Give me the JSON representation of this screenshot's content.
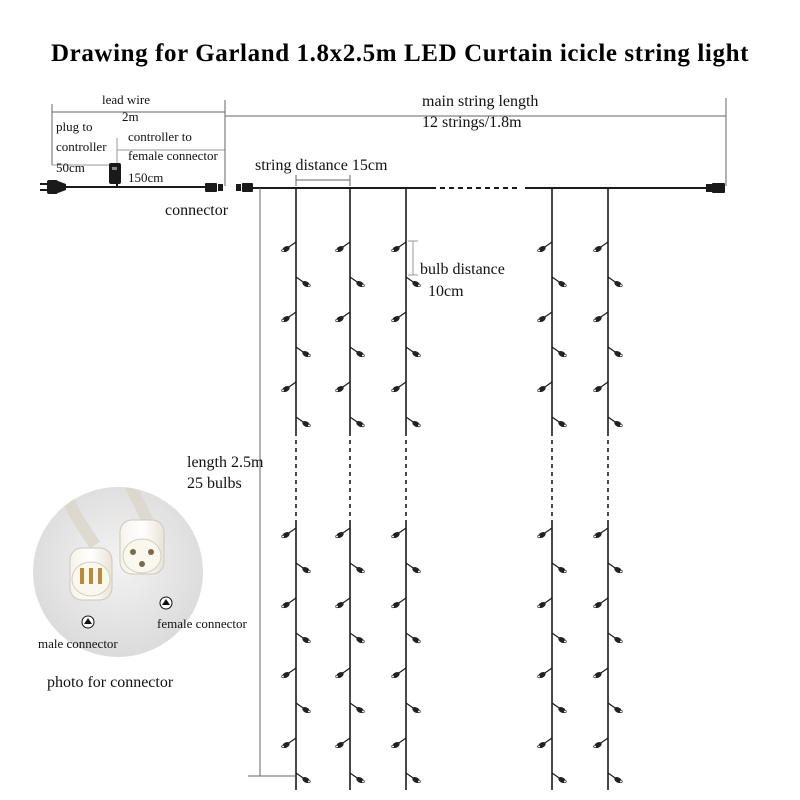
{
  "title": "Drawing for Garland 1.8x2.5m LED Curtain icicle string light",
  "labels": {
    "lead_wire": "lead wire",
    "lead_wire_len": "2m",
    "plug_to": "plug to",
    "controller": "controller",
    "plug_len": "50cm",
    "controller_to": "controller to",
    "female_connector_line": "female connector",
    "controller_len": "150cm",
    "connector": "connector",
    "main_string_length": "main string length",
    "strings_count": "12 strings/1.8m",
    "string_distance": "string distance 15cm",
    "bulb_distance": "bulb distance",
    "bulb_distance_val": "10cm",
    "length": "length 2.5m",
    "bulbs_count": "25 bulbs"
  },
  "photo": {
    "male_connector": "male connector",
    "female_connector": "female connector",
    "caption": "photo for connector",
    "arrow_icon": "up-arrow-circle-icon"
  },
  "colors": {
    "wire": "#1a1a1a",
    "dimension_line": "#666666",
    "bulb": "#222222",
    "photo_bg": "#e4e4e4"
  }
}
